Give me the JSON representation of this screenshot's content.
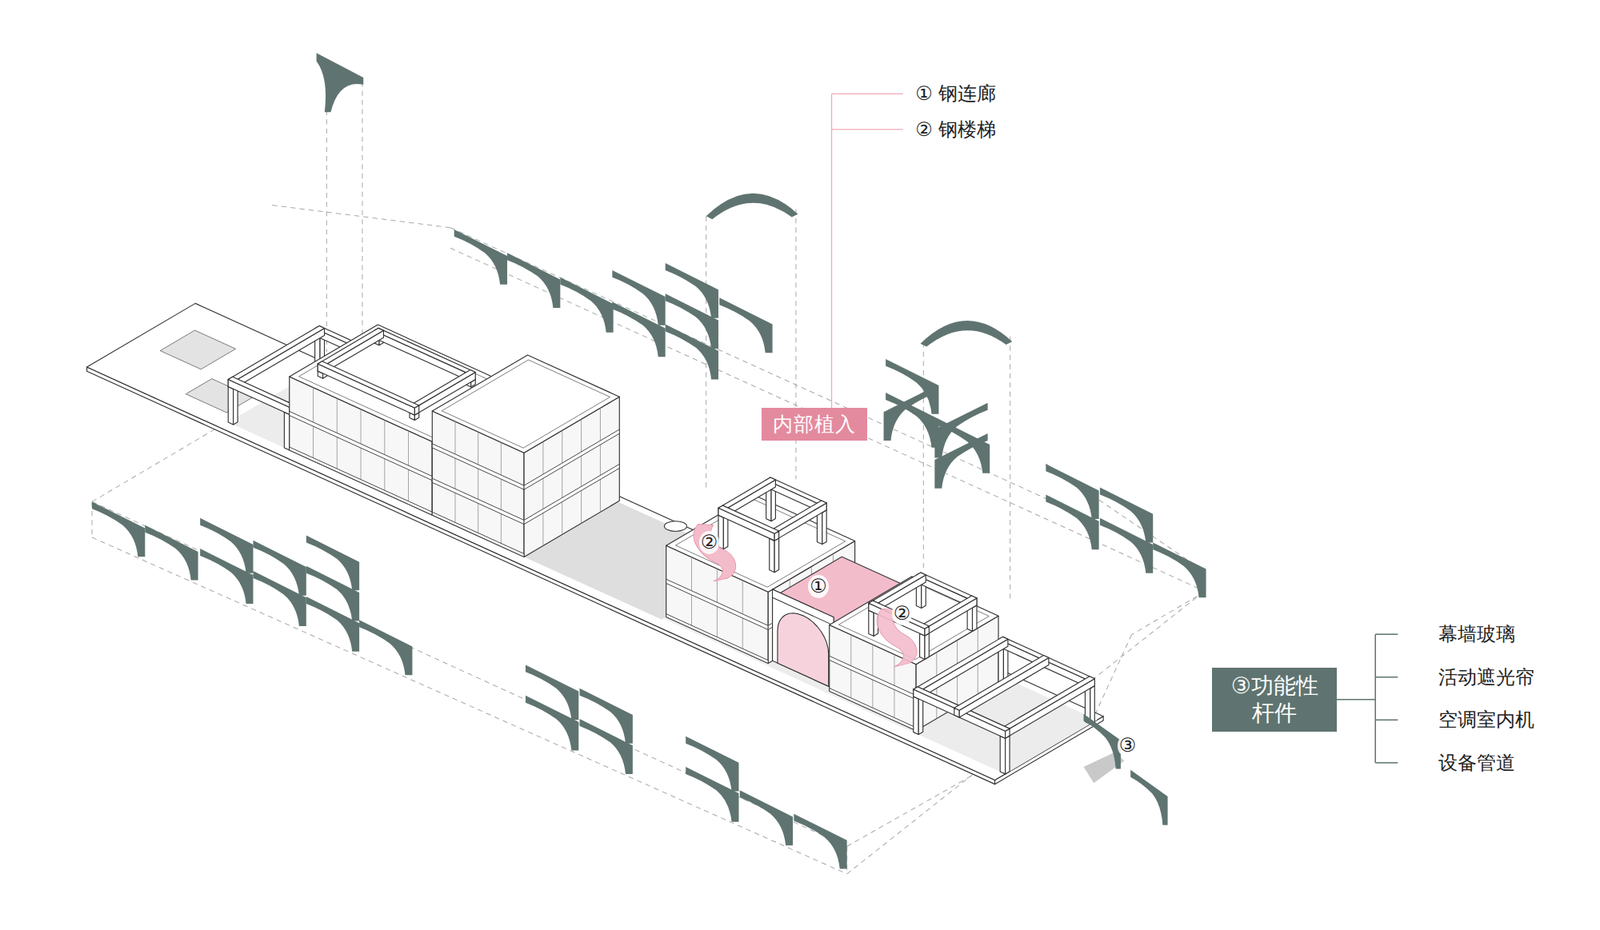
{
  "diagram": {
    "nodes": [
      {
        "text": [
          "内部植入"
        ]
      },
      {
        "text": [
          "③功能性 杆件"
        ]
      }
    ],
    "labels": [
      "① 钢连廊",
      "② 钢楼梯",
      "②",
      "①",
      "②",
      "③",
      "幕墙玻璃",
      "活动遮光帘",
      "空调室内机",
      "设备管道"
    ]
  }
}
